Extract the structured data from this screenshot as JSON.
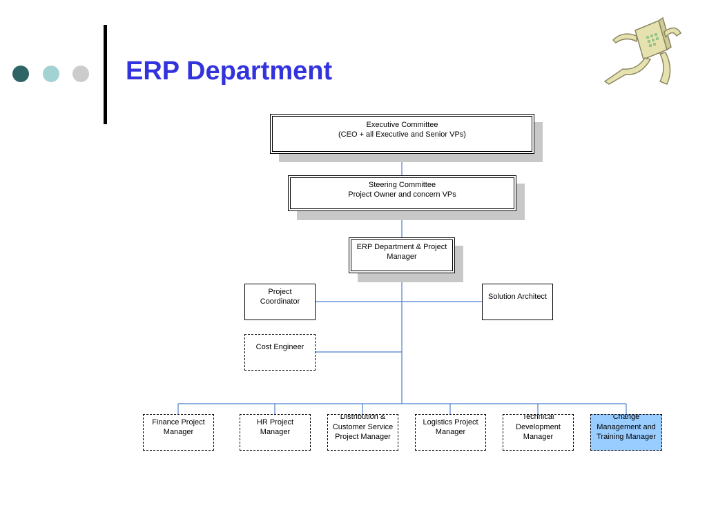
{
  "slide": {
    "title": "ERP Department",
    "colors": {
      "title": "#3333dd",
      "connector": "#4a7fcf",
      "highlight": "#99ccff",
      "shadow": "#c8c8c8"
    },
    "logo_icon": "running-document-mascot-icon"
  },
  "org": {
    "executive": {
      "line1": "Executive Committee",
      "line2": "(CEO + all Executive and Senior VPs)"
    },
    "steering": {
      "line1": "Steering Committee",
      "line2": "Project Owner and concern VPs"
    },
    "erp": {
      "line1": "ERP Department & Project",
      "line2": "Manager"
    },
    "project_coordinator": {
      "line1": "Project",
      "line2": "Coordinator"
    },
    "solution_architect": {
      "line1": "Solution Architect"
    },
    "cost_engineer": {
      "line1": "Cost Engineer"
    },
    "managers": [
      {
        "lines": [
          "Finance Project",
          "Manager"
        ]
      },
      {
        "lines": [
          "HR Project",
          "Manager"
        ]
      },
      {
        "lines": [
          "Distribution &",
          "Customer Service",
          "Project Manager"
        ]
      },
      {
        "lines": [
          "Logistics Project",
          "Manager"
        ]
      },
      {
        "lines": [
          "Technical",
          "Development",
          "Manager"
        ]
      },
      {
        "lines": [
          "Change",
          "Management and",
          "Training Manager"
        ]
      }
    ]
  }
}
